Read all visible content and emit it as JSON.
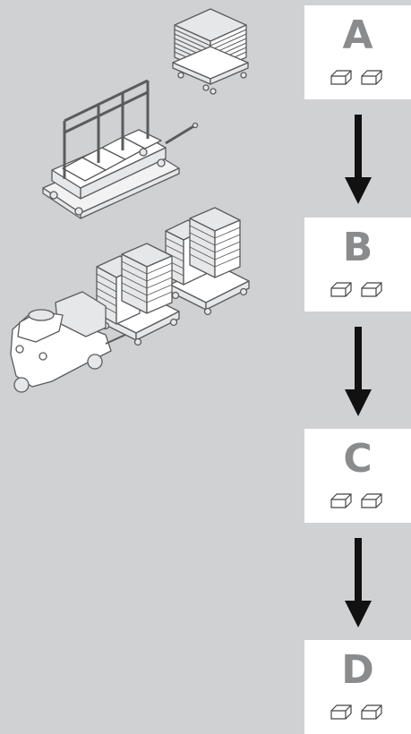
{
  "stages": [
    {
      "letter": "A",
      "icon": "box-pair-icon"
    },
    {
      "letter": "B",
      "icon": "box-pair-icon"
    },
    {
      "letter": "C",
      "icon": "box-pair-icon"
    },
    {
      "letter": "D",
      "icon": "box-pair-icon"
    }
  ],
  "colors": {
    "background": "#d0d1d3",
    "panel": "#ffffff",
    "letter": "#8a8b8d",
    "arrow": "#111111",
    "line_art": "#5a5b5d"
  },
  "illustration": {
    "elements": [
      "stacked-tray-cart",
      "glass-rack-trolley",
      "tugger-train-with-tray-carts"
    ]
  }
}
